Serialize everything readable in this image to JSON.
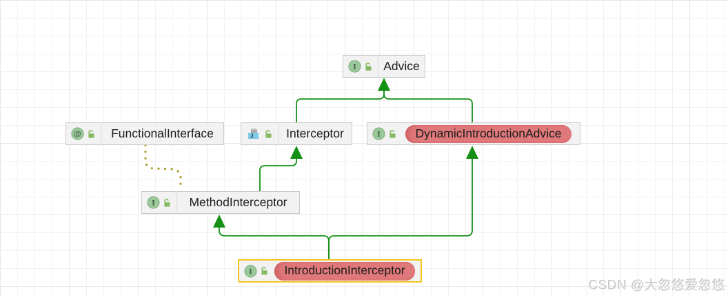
{
  "diagram": {
    "nodes": {
      "advice": {
        "label": "Advice",
        "icon": "interface-icon"
      },
      "functional_interface": {
        "label": "FunctionalInterface",
        "icon": "annotation-icon"
      },
      "interceptor": {
        "label": "Interceptor",
        "icon": "java-library-class-icon"
      },
      "dynamic_introduction_advice": {
        "label": "DynamicIntroductionAdvice",
        "icon": "interface-icon",
        "highlighted": true
      },
      "method_interceptor": {
        "label": "MethodInterceptor",
        "icon": "interface-icon"
      },
      "introduction_interceptor": {
        "label": "IntroductionInterceptor",
        "icon": "interface-icon",
        "highlighted": true,
        "selected": true
      }
    },
    "edges": [
      {
        "from": "Interceptor",
        "to": "Advice",
        "type": "extends"
      },
      {
        "from": "DynamicIntroductionAdvice",
        "to": "Advice",
        "type": "extends"
      },
      {
        "from": "MethodInterceptor",
        "to": "Interceptor",
        "type": "extends"
      },
      {
        "from": "IntroductionInterceptor",
        "to": "MethodInterceptor",
        "type": "extends"
      },
      {
        "from": "IntroductionInterceptor",
        "to": "DynamicIntroductionAdvice",
        "type": "extends"
      },
      {
        "from": "MethodInterceptor",
        "to": "FunctionalInterface",
        "type": "annotation-dependency"
      }
    ],
    "watermark": "CSDN @大忽悠爱忽悠"
  },
  "colors": {
    "edge-green": "#149114",
    "edge-annotation": "#a79d28",
    "highlight-red": "#e0797b",
    "selection-yellow": "#f5c524",
    "node-bg": "#f2f2f2",
    "node-border": "#c9c9c9"
  }
}
